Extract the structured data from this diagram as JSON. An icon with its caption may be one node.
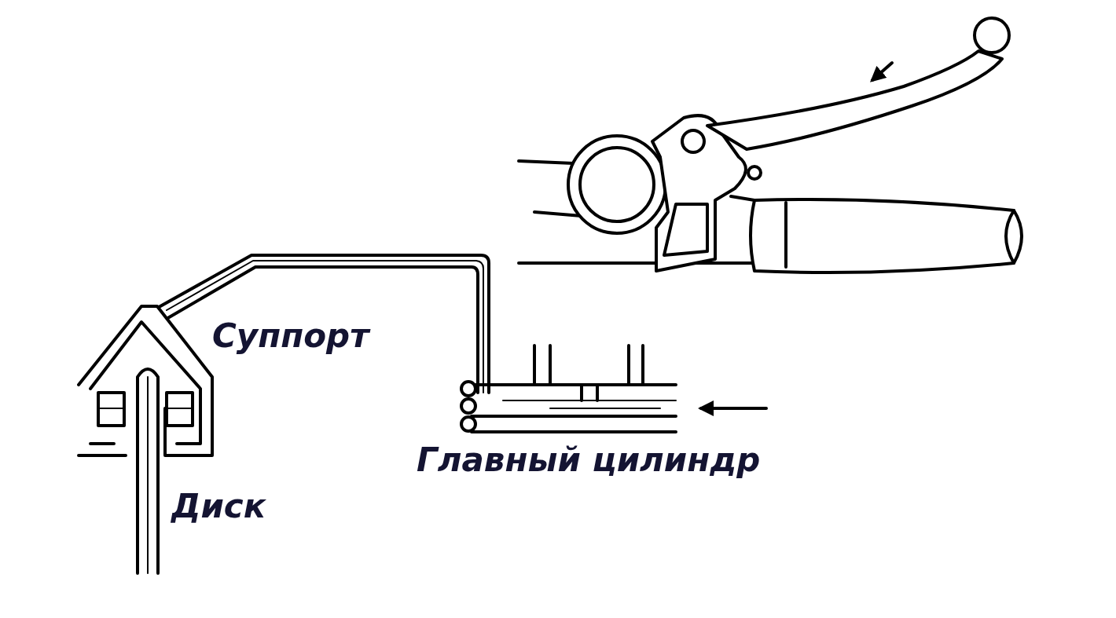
{
  "diagram": {
    "labels": [
      "Суппорт",
      "Главный цилиндр",
      "Диск"
    ]
  }
}
